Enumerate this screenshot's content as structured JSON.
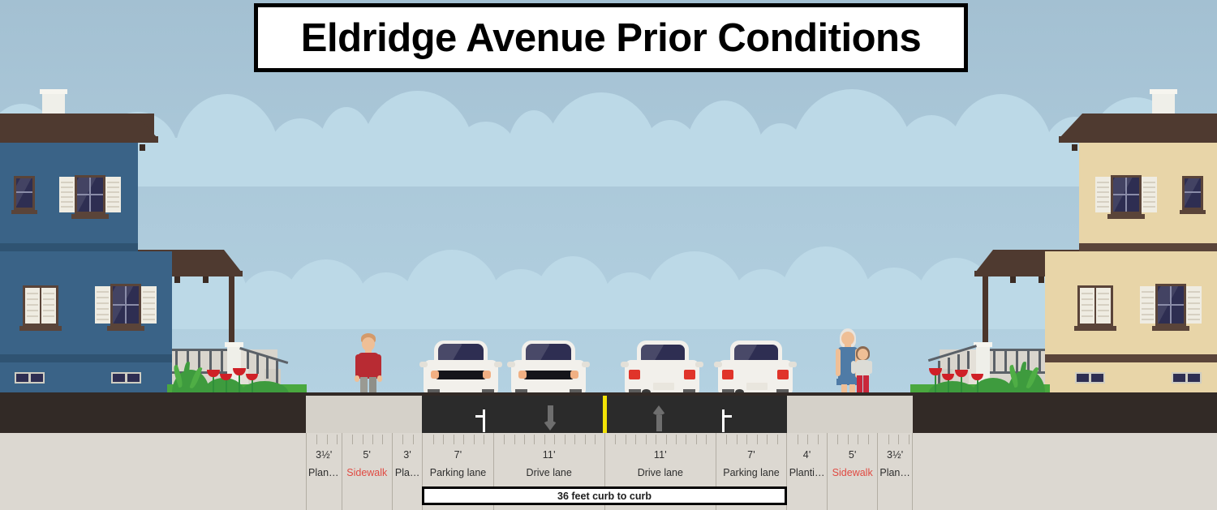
{
  "title": {
    "text": "Eldridge Avenue Prior Conditions"
  },
  "banner": {
    "text": "36 feet curb to curb"
  },
  "cross_section": {
    "total_label": "36 feet curb to curb",
    "zones": [
      {
        "dim": "3½'",
        "name": "Plant…",
        "full_name": "Planting strip",
        "feet": 3.5,
        "red": false,
        "surface": "sidewalk"
      },
      {
        "dim": "5'",
        "name": "Sidewalk",
        "full_name": "Sidewalk",
        "feet": 5,
        "red": true,
        "surface": "sidewalk"
      },
      {
        "dim": "3'",
        "name": "Pla…",
        "full_name": "Planting strip",
        "feet": 3,
        "red": false,
        "surface": "sidewalk"
      },
      {
        "dim": "7'",
        "name": "Parking lane",
        "full_name": "Parking lane",
        "feet": 7,
        "red": false,
        "surface": "road"
      },
      {
        "dim": "11'",
        "name": "Drive lane",
        "full_name": "Drive lane",
        "feet": 11,
        "red": false,
        "surface": "road"
      },
      {
        "dim": "11'",
        "name": "Drive lane",
        "full_name": "Drive lane",
        "feet": 11,
        "red": false,
        "surface": "road"
      },
      {
        "dim": "7'",
        "name": "Parking lane",
        "full_name": "Parking lane",
        "feet": 7,
        "red": false,
        "surface": "road"
      },
      {
        "dim": "4'",
        "name": "Planti…",
        "full_name": "Planting strip",
        "feet": 4,
        "red": false,
        "surface": "sidewalk"
      },
      {
        "dim": "5'",
        "name": "Sidewalk",
        "full_name": "Sidewalk",
        "feet": 5,
        "red": true,
        "surface": "sidewalk"
      },
      {
        "dim": "3½'",
        "name": "Plant…",
        "full_name": "Planting strip",
        "feet": 3.5,
        "red": false,
        "surface": "sidewalk"
      }
    ]
  },
  "scene": {
    "left_building": {
      "name": "blue-rowhouse",
      "wall_color": "#3a6387",
      "trim_color": "#2f5372",
      "roof_color": "#4f3a30"
    },
    "right_building": {
      "name": "tan-rowhouse",
      "wall_color": "#e8d5a8",
      "trim_color": "#dac79a",
      "roof_color": "#4f3a30"
    },
    "vehicles": [
      {
        "name": "parked-car-left",
        "facing": "front",
        "color": "#f2f0eb"
      },
      {
        "name": "driving-car-southbound",
        "facing": "front",
        "color": "#f2f0eb"
      },
      {
        "name": "driving-car-northbound",
        "facing": "rear",
        "color": "#f2f0eb"
      },
      {
        "name": "parked-car-right",
        "facing": "rear",
        "color": "#f2f0eb"
      }
    ],
    "pedestrians": [
      {
        "name": "pedestrian-left-sidewalk",
        "shirt": "#b82b33",
        "pants": "#9a9a93"
      },
      {
        "name": "pedestrian-adult-right",
        "shirt": "#4f7ba6",
        "pants": "#4f7ba6"
      },
      {
        "name": "pedestrian-child-right",
        "shirt": "#dcdcd6",
        "pants": "#c9273a"
      }
    ],
    "road_markings": [
      {
        "name": "parking-lane-line-left",
        "color": "#ffffff"
      },
      {
        "name": "direction-arrow-south",
        "color": "#6e6e6e",
        "direction": "down"
      },
      {
        "name": "center-line",
        "color": "#f2e206"
      },
      {
        "name": "direction-arrow-north",
        "color": "#6e6e6e",
        "direction": "up"
      },
      {
        "name": "parking-lane-line-right",
        "color": "#ffffff"
      }
    ]
  },
  "colors": {
    "sky_top": "#a3c0d2",
    "sky_bottom": "#b4d2e2",
    "cloud": "#bcd9e7",
    "road": "#2b2b2b",
    "sidewalk": "#d5d1c9",
    "ground": "#dcd8d1",
    "soil": "#322a26",
    "label_red": "#e04a42",
    "yellow_line": "#f2e206"
  }
}
